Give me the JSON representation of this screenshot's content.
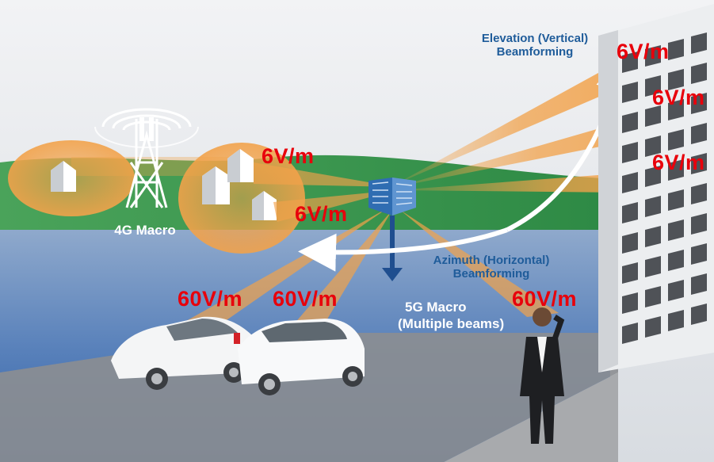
{
  "labels": {
    "macro_4g": "4G Macro",
    "macro_5g_line1": "5G Macro",
    "macro_5g_line2": "(Multiple beams)",
    "elevation_line1": "Elevation (Vertical)",
    "elevation_line2": "Beamforming",
    "azimuth_line1": "Azimuth (Horizontal)",
    "azimuth_line2": "Beamforming"
  },
  "field_strengths": {
    "building_top": "6V/m",
    "building_mid": "6V/m",
    "building_low": "6V/m",
    "houses_upper": "6V/m",
    "houses_lower": "6V/m",
    "car_left": "60V/m",
    "car_right": "60V/m",
    "person": "60V/m"
  },
  "colors": {
    "field_text": "#e8000b",
    "beamforming_text": "#1f5c9a",
    "beam": "#f2a24a",
    "sky": "#e3e6ea",
    "grass": "#3f9a4c",
    "water": "#3f6fb0",
    "road": "#8c8e91",
    "building": "#d9dbde"
  }
}
